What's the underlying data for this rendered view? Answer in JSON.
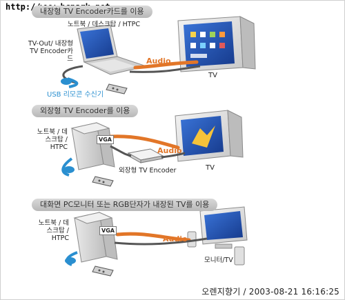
{
  "watermark": "http://www.bcpark.net",
  "signature": "오렌지향기 / 2003-08-21 16:16:25",
  "colors": {
    "audio": "#e27628",
    "usb": "#2a8fd0",
    "cable": "#555555",
    "screen": "#1f4fb0"
  },
  "panels": [
    {
      "title": "내장형 TV Encoder카드를 이용",
      "source_label": "노트북 / 데스크탑 / HTPC",
      "tvout_label": "TV-Out/ 내장형 TV Encoder카드",
      "audio_label": "Audio",
      "target_label": "TV",
      "usb_label": "USB 리모콘 수신기"
    },
    {
      "title": "외장형 TV Encoder를 이용",
      "source_label": "노트북 / 데스크탑 / HTPC",
      "vga_label": "VGA",
      "audio_label": "Audio",
      "encoder_label": "외장형 TV Encoder",
      "target_label": "TV"
    },
    {
      "title": "대화면 PC모니터 또는 RGB단자가 내장된 TV를 이용",
      "source_label": "노트북 / 데스크탑 / HTPC",
      "vga_label": "VGA",
      "audio_label": "Audio",
      "target_label": "모니터/TV"
    }
  ]
}
